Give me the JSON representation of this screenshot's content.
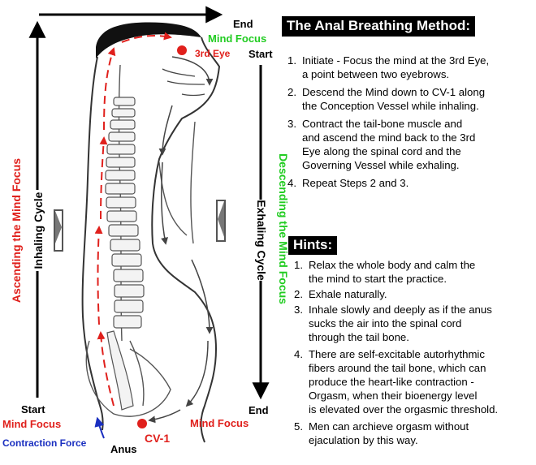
{
  "labels": {
    "end_top": "End",
    "mind_focus_top": "Mind Focus",
    "third_eye": "3rd Eye",
    "start_right": "Start",
    "start_left": "Start",
    "mind_focus_left": "Mind Focus",
    "contraction_force": "Contraction Force",
    "anus": "Anus",
    "cv1": "CV-1",
    "mind_focus_bottom": "Mind Focus",
    "end_right": "End",
    "ascending": "Ascending the Mind Focus",
    "inhaling": "Inhaling Cycle",
    "exhaling": "Exhaling Cycle",
    "descending": "Descending the Mind Focus"
  },
  "method": {
    "title": "The Anal Breathing Method:",
    "steps": [
      {
        "num": "1.",
        "lines": [
          "Initiate - Focus the mind at the 3rd Eye,",
          "a point between two eyebrows."
        ]
      },
      {
        "num": "2.",
        "lines": [
          "Descend the Mind down to CV-1 along",
          "the Conception Vessel while inhaling."
        ]
      },
      {
        "num": "3.",
        "lines": [
          "Contract the tail-bone muscle and",
          "and ascend the mind back to the 3rd",
          "Eye along the spinal cord and the",
          "Governing Vessel  while exhaling."
        ]
      },
      {
        "num": "4.",
        "lines": [
          "Repeat Steps 2 and 3."
        ]
      }
    ]
  },
  "hints": {
    "title": "Hints:",
    "items": [
      {
        "num": "1.",
        "lines": [
          "Relax the whole body and calm the",
          "the mind to start the practice."
        ]
      },
      {
        "num": "2.",
        "lines": [
          "Exhale naturally."
        ]
      },
      {
        "num": "3.",
        "lines": [
          "Inhale slowly and deeply as if the anus",
          "sucks the air into the spinal cord",
          "through the tail bone."
        ]
      },
      {
        "num": "4.",
        "lines": [
          "There are self-excitable autorhythmic",
          "fibers around the tail bone, which can",
          "produce the heart-like contraction -",
          "Orgasm, when their bioenergy level",
          "is elevated over the orgasmic threshold."
        ]
      },
      {
        "num": "5.",
        "lines": [
          "Men can archieve orgasm without",
          "ejaculation by this way."
        ]
      }
    ]
  },
  "colors": {
    "red": "#e0201c",
    "green": "#22cc22",
    "blue": "#1a2fc0",
    "black": "#000000"
  }
}
